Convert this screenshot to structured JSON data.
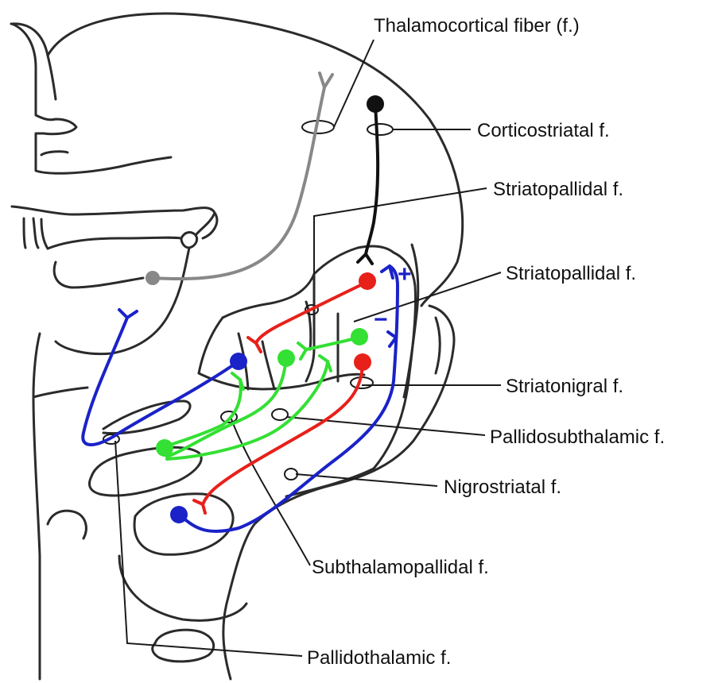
{
  "labels": {
    "thalamocortical": "Thalamocortical fiber (f.)",
    "corticostriatal": "Corticostriatal f.",
    "striatopallidal_1": "Striatopallidal f.",
    "striatopallidal_2": "Striatopallidal f.",
    "striatonigral": "Striatonigral f.",
    "pallidosubthalamic": "Pallidosubthalamic f.",
    "nigrostriatal": "Nigrostriatal f.",
    "subthalamopallidal": "Subthalamopallidal f.",
    "pallidothalamic": "Pallidothalamic f."
  },
  "signs": {
    "plus": "+",
    "minus": "−"
  },
  "colors": {
    "outline": "#2b2b2b",
    "cortical": "#111111",
    "thalamic": "#888888",
    "blue": "#1a22c8",
    "red": "#e8201a",
    "green": "#33e033"
  }
}
